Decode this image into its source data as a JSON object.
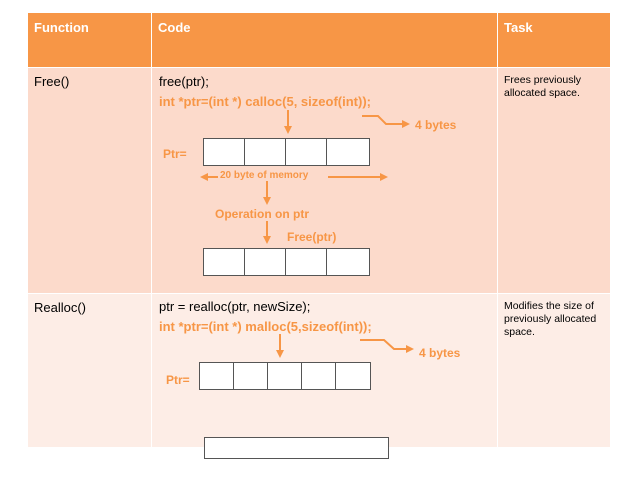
{
  "header": {
    "function": "Function",
    "code": "Code",
    "task": "Task"
  },
  "rows": [
    {
      "function": "Free()",
      "code": "free(ptr);",
      "code_orange": "int *ptr=(int *) calloc(5, sizeof(int));",
      "bytes_label": "4 bytes",
      "ptr_label": "Ptr=",
      "memory_label": "20 byte of  memory",
      "operation_label": "Operation on ptr",
      "free_label": "Free(ptr)",
      "task": "Frees previously allocated  space."
    },
    {
      "function": "Realloc()",
      "code": "ptr = realloc(ptr, newSize);",
      "code_orange": "int *ptr=(int *) malloc(5,sizeof(int));",
      "bytes_label": "4 bytes",
      "ptr_label": "Ptr=",
      "task": "Modifies the size of previously allocated space."
    }
  ],
  "colors": {
    "header": "#f79646",
    "row1": "#fcdacb",
    "row2": "#fdede6",
    "accent": "#f79646"
  }
}
